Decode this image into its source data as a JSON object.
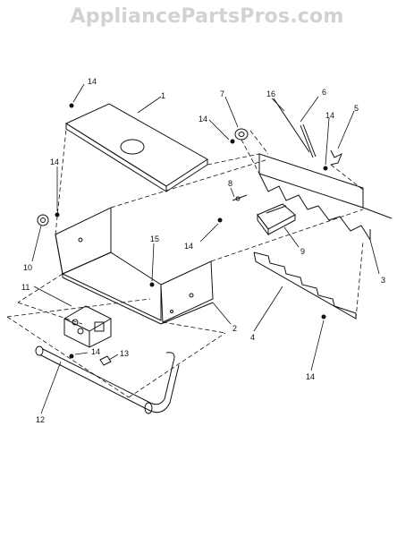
{
  "watermark": "AppliancePartsPros.com",
  "callouts": [
    {
      "id": "c1",
      "text": "1"
    },
    {
      "id": "c2",
      "text": "2"
    },
    {
      "id": "c3",
      "text": "3"
    },
    {
      "id": "c4",
      "text": "4"
    },
    {
      "id": "c5",
      "text": "5"
    },
    {
      "id": "c6",
      "text": "6"
    },
    {
      "id": "c7",
      "text": "7"
    },
    {
      "id": "c8",
      "text": "8"
    },
    {
      "id": "c9",
      "text": "9"
    },
    {
      "id": "c10",
      "text": "10"
    },
    {
      "id": "c11",
      "text": "11"
    },
    {
      "id": "c12",
      "text": "12"
    },
    {
      "id": "c13",
      "text": "13"
    },
    {
      "id": "c14a",
      "text": "14"
    },
    {
      "id": "c14b",
      "text": "14"
    },
    {
      "id": "c14c",
      "text": "14"
    },
    {
      "id": "c14d",
      "text": "14"
    },
    {
      "id": "c14e",
      "text": "14"
    },
    {
      "id": "c14f",
      "text": "14"
    },
    {
      "id": "c14g",
      "text": "14"
    },
    {
      "id": "c15",
      "text": "15"
    },
    {
      "id": "c16",
      "text": "16"
    }
  ]
}
